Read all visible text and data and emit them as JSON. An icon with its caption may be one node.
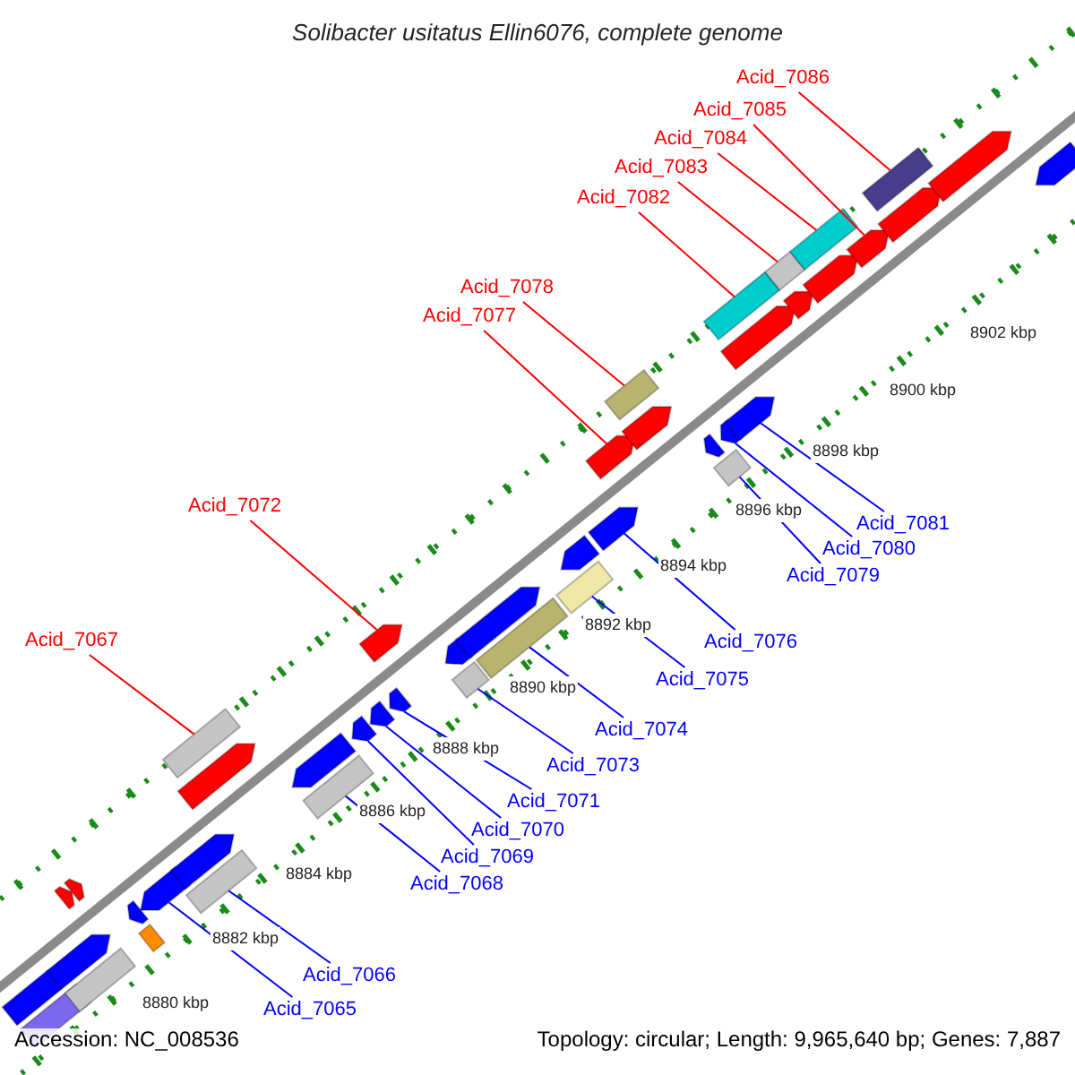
{
  "diagram": {
    "title": "Solibacter usitatus Ellin6076, complete genome",
    "nodes": [
      {
        "text": [
          "Acid_7086"
        ]
      },
      {
        "text": [
          "Acid_7085"
        ]
      },
      {
        "text": [
          "Acid_7084"
        ]
      },
      {
        "text": [
          "Acid_7083"
        ]
      },
      {
        "text": [
          "Acid_7082"
        ]
      },
      {
        "text": [
          "Acid_7078"
        ]
      },
      {
        "text": [
          "Acid_7077"
        ]
      },
      {
        "text": [
          "Acid_7072"
        ]
      },
      {
        "text": [
          "Acid_7067"
        ]
      },
      {
        "text": [
          "Acid_7081"
        ]
      },
      {
        "text": [
          "Acid_7080"
        ]
      },
      {
        "text": [
          "Acid_7079"
        ]
      },
      {
        "text": [
          "Acid_7076"
        ]
      },
      {
        "text": [
          "Acid_7075"
        ]
      },
      {
        "text": [
          "Acid_7074"
        ]
      },
      {
        "text": [
          "Acid_7073"
        ]
      },
      {
        "text": [
          "Acid_7071"
        ]
      },
      {
        "text": [
          "Acid_7070"
        ]
      },
      {
        "text": [
          "Acid_7069"
        ]
      },
      {
        "text": [
          "Acid_7068"
        ]
      },
      {
        "text": [
          "Acid_7066"
        ]
      },
      {
        "text": [
          "Acid_7065"
        ]
      },
      {
        "text": [],
        "shape": "bar"
      },
      {
        "text": [],
        "shape": "bar"
      },
      {
        "text": [],
        "shape": "bar"
      },
      {
        "text": [],
        "shape": "bar"
      },
      {
        "text": [],
        "shape": "bar"
      },
      {
        "text": [],
        "shape": "bar"
      },
      {
        "text": [],
        "shape": "bar"
      },
      {
        "text": [],
        "shape": "bar"
      },
      {
        "text": [],
        "shape": "bar"
      },
      {
        "text": [],
        "shape": "bar"
      },
      {
        "text": [],
        "shape": "bar"
      },
      {
        "text": [],
        "shape": "bar"
      },
      {
        "text": [],
        "shape": "bar"
      },
      {
        "text": [],
        "shape": "bar"
      },
      {
        "text": [],
        "shape": "bar"
      },
      {
        "text": [],
        "shape": "bar"
      },
      {
        "text": [],
        "shape": "bar"
      },
      {
        "text": [],
        "shape": "bar"
      },
      {
        "text": [],
        "shape": "bar"
      },
      {
        "text": [],
        "shape": "bar"
      },
      {
        "text": [],
        "shape": "bar"
      },
      {
        "text": [],
        "shape": "bar"
      },
      {
        "text": [],
        "shape": "bar"
      },
      {
        "text": [],
        "shape": "bar"
      },
      {
        "text": [],
        "shape": "bar"
      },
      {
        "text": [],
        "shape": "bar"
      },
      {
        "text": [],
        "shape": "bar"
      },
      {
        "text": [],
        "shape": "bar"
      },
      {
        "text": [],
        "shape": "bar"
      },
      {
        "text": [],
        "shape": "bar"
      },
      {
        "text": [],
        "shape": "bar"
      },
      {
        "text": [],
        "shape": "bar"
      },
      {
        "text": [],
        "shape": "bar"
      },
      {
        "text": [],
        "shape": "bar"
      },
      {
        "text": [],
        "shape": "bar"
      },
      {
        "text": [],
        "shape": "bar"
      },
      {
        "text": [],
        "shape": "bar"
      },
      {
        "text": [],
        "shape": "bar"
      },
      {
        "text": [],
        "shape": "bar"
      },
      {
        "text": [],
        "shape": "bar"
      },
      {
        "text": [],
        "shape": "bar"
      },
      {
        "text": [],
        "shape": "bar"
      },
      {
        "text": [],
        "shape": "bar"
      },
      {
        "text": [],
        "shape": "bar"
      }
    ],
    "edges": [
      {
        "from": 0,
        "to": 62,
        "arrow": "none",
        "color": "#ff0000"
      },
      {
        "from": 1,
        "to": 61,
        "arrow": "none",
        "color": "#ff0000"
      },
      {
        "from": 2,
        "to": 59,
        "arrow": "none",
        "color": "#ff0000"
      },
      {
        "from": 3,
        "to": 57,
        "arrow": "none",
        "color": "#ff0000"
      },
      {
        "from": 4,
        "to": 54,
        "arrow": "none",
        "color": "#ff0000"
      },
      {
        "from": 5,
        "to": 49,
        "arrow": "none",
        "color": "#ff0000"
      },
      {
        "from": 6,
        "to": 47,
        "arrow": "none",
        "color": "#ff0000"
      },
      {
        "from": 7,
        "to": 39,
        "arrow": "none",
        "color": "#ff0000"
      },
      {
        "from": 8,
        "to": 31,
        "arrow": "none",
        "color": "#ff0000"
      },
      {
        "from": 9,
        "to": 55,
        "arrow": "none"
      },
      {
        "from": 10,
        "to": 52,
        "arrow": "none"
      },
      {
        "from": 11,
        "to": 53,
        "arrow": "none"
      },
      {
        "from": 12,
        "to": 48,
        "arrow": "none"
      },
      {
        "from": 13,
        "to": 46,
        "arrow": "none"
      },
      {
        "from": 14,
        "to": 44,
        "arrow": "none"
      },
      {
        "from": 15,
        "to": 42,
        "arrow": "none"
      },
      {
        "from": 16,
        "to": 40,
        "arrow": "none"
      },
      {
        "from": 17,
        "to": 38,
        "arrow": "none"
      },
      {
        "from": 18,
        "to": 37,
        "arrow": "none"
      },
      {
        "from": 19,
        "to": 36,
        "arrow": "none"
      },
      {
        "from": 20,
        "to": 34,
        "arrow": "none"
      },
      {
        "from": 21,
        "to": 30,
        "arrow": "none"
      }
    ],
    "labels": [
      "8902 kbp",
      "8900 kbp",
      "8898 kbp",
      "8896 kbp",
      "8894 kbp",
      "8892 kbp",
      "8890 kbp",
      "8888 kbp",
      "8886 kbp",
      "8884 kbp",
      "8882 kbp",
      "8880 kbp",
      "Accession: NC_008536",
      "Topology: circular; Length: 9,965,640 bp; Genes: 7,887"
    ]
  }
}
